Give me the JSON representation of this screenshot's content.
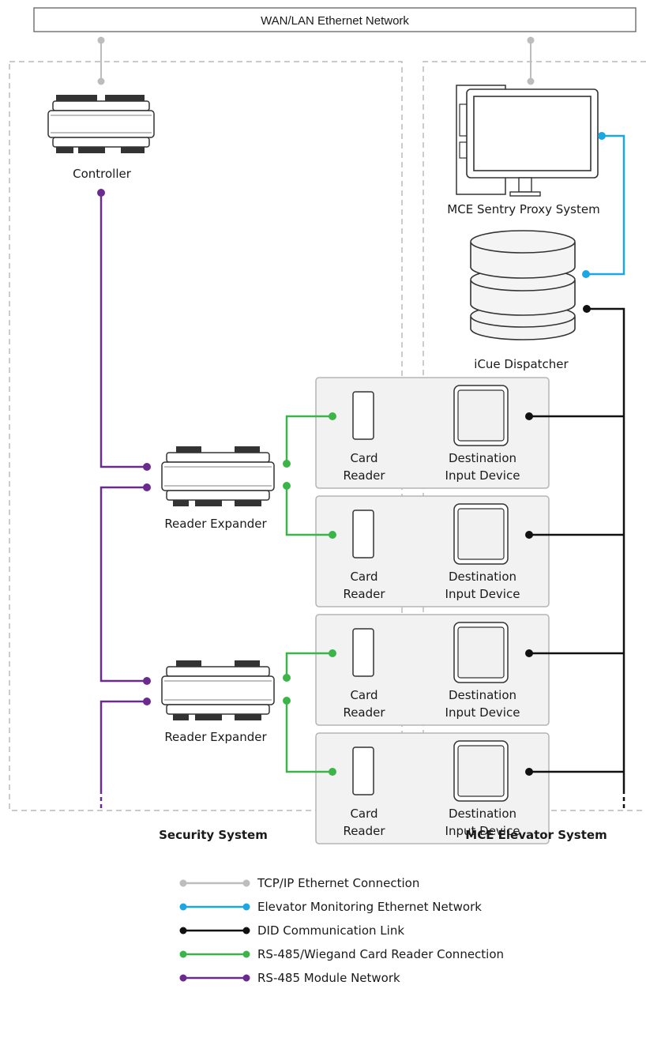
{
  "network": {
    "label": "WAN/LAN Ethernet Network"
  },
  "security": {
    "title": "Security System",
    "controller_label": "Controller",
    "expander_label": "Reader Expander"
  },
  "elevator": {
    "title": "MCE Elevator System",
    "proxy_label": "MCE Sentry Proxy System",
    "dispatcher_label": "iCue Dispatcher"
  },
  "station": {
    "card_line1": "Card",
    "card_line2": "Reader",
    "did_line1": "Destination",
    "did_line2": "Input Device"
  },
  "legend": [
    {
      "label": "TCP/IP Ethernet Connection",
      "color": "#bdbdbd"
    },
    {
      "label": "Elevator Monitoring Ethernet Network",
      "color": "#1ca7e2"
    },
    {
      "label": "DID Communication Link",
      "color": "#111111"
    },
    {
      "label": "RS-485/Wiegand Card Reader Connection",
      "color": "#3db44a"
    },
    {
      "label": "RS-485 Module Network",
      "color": "#6a2a8e"
    }
  ]
}
